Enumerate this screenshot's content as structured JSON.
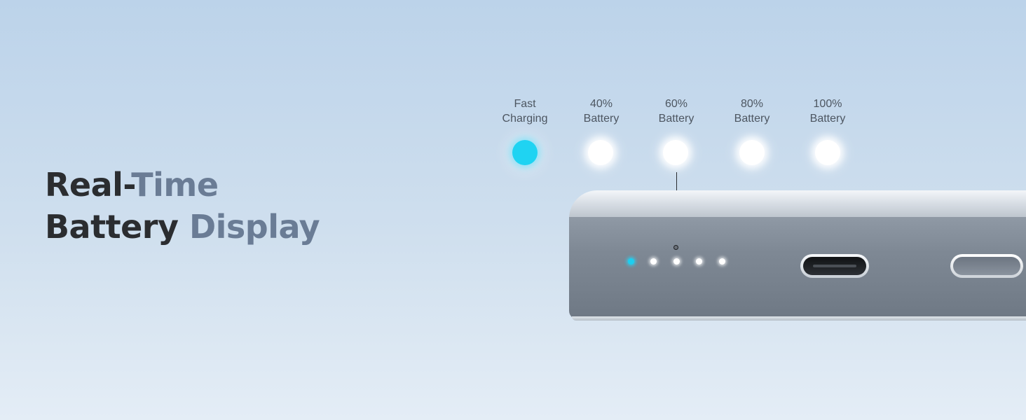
{
  "headline": {
    "line1_dark": "Real-",
    "line1_muted": "Time",
    "line2_dark": "Battery",
    "line2_muted": "Display"
  },
  "indicators": [
    {
      "line1": "Fast",
      "line2": "Charging",
      "color": "cyan"
    },
    {
      "line1": "40%",
      "line2": "Battery",
      "color": "white"
    },
    {
      "line1": "60%",
      "line2": "Battery",
      "color": "white"
    },
    {
      "line1": "80%",
      "line2": "Battery",
      "color": "white"
    },
    {
      "line1": "100%",
      "line2": "Battery",
      "color": "white"
    }
  ],
  "colors": {
    "accent_cyan": "#1fd3f2",
    "heading_dark": "#2b2d30",
    "heading_muted": "#6a7c95"
  }
}
